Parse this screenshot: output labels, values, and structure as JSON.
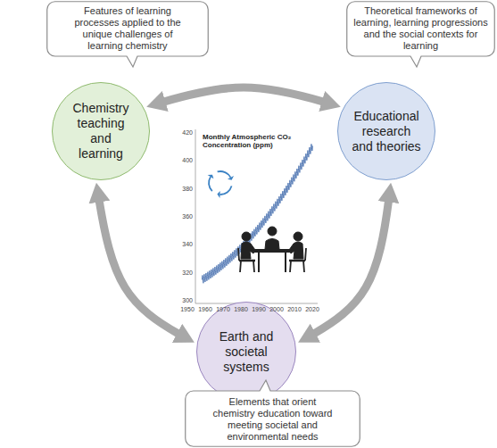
{
  "diagram": {
    "nodes": [
      {
        "text": [
          "Features of learning processes applied to the unique challenges of learning chemistry"
        ]
      },
      {
        "text": [
          "Theoretical frameworks of learning, learning progressions and the social contexts for learning"
        ]
      },
      {
        "text": [
          "Chemistry teaching and learning"
        ]
      },
      {
        "text": [
          "Educational research and theories"
        ]
      },
      {
        "text": [
          "Earth and societal systems"
        ]
      },
      {
        "text": [
          "Elements that orient chemistry education toward meeting societal and environmental needs"
        ]
      }
    ],
    "edges": [
      {
        "from": 2,
        "to": 3,
        "arrow": "both"
      },
      {
        "from": 2,
        "to": 4,
        "arrow": "both"
      },
      {
        "from": 3,
        "to": 4,
        "arrow": "both"
      }
    ],
    "labels": [
      "Monthly Atmospheric CO₂ Concentration (ppm)",
      "420",
      "400",
      "380",
      "360",
      "340",
      "320",
      "300",
      "1950",
      "1960",
      "1970",
      "1980",
      "1990",
      "2000",
      "2010",
      "2020"
    ]
  }
}
